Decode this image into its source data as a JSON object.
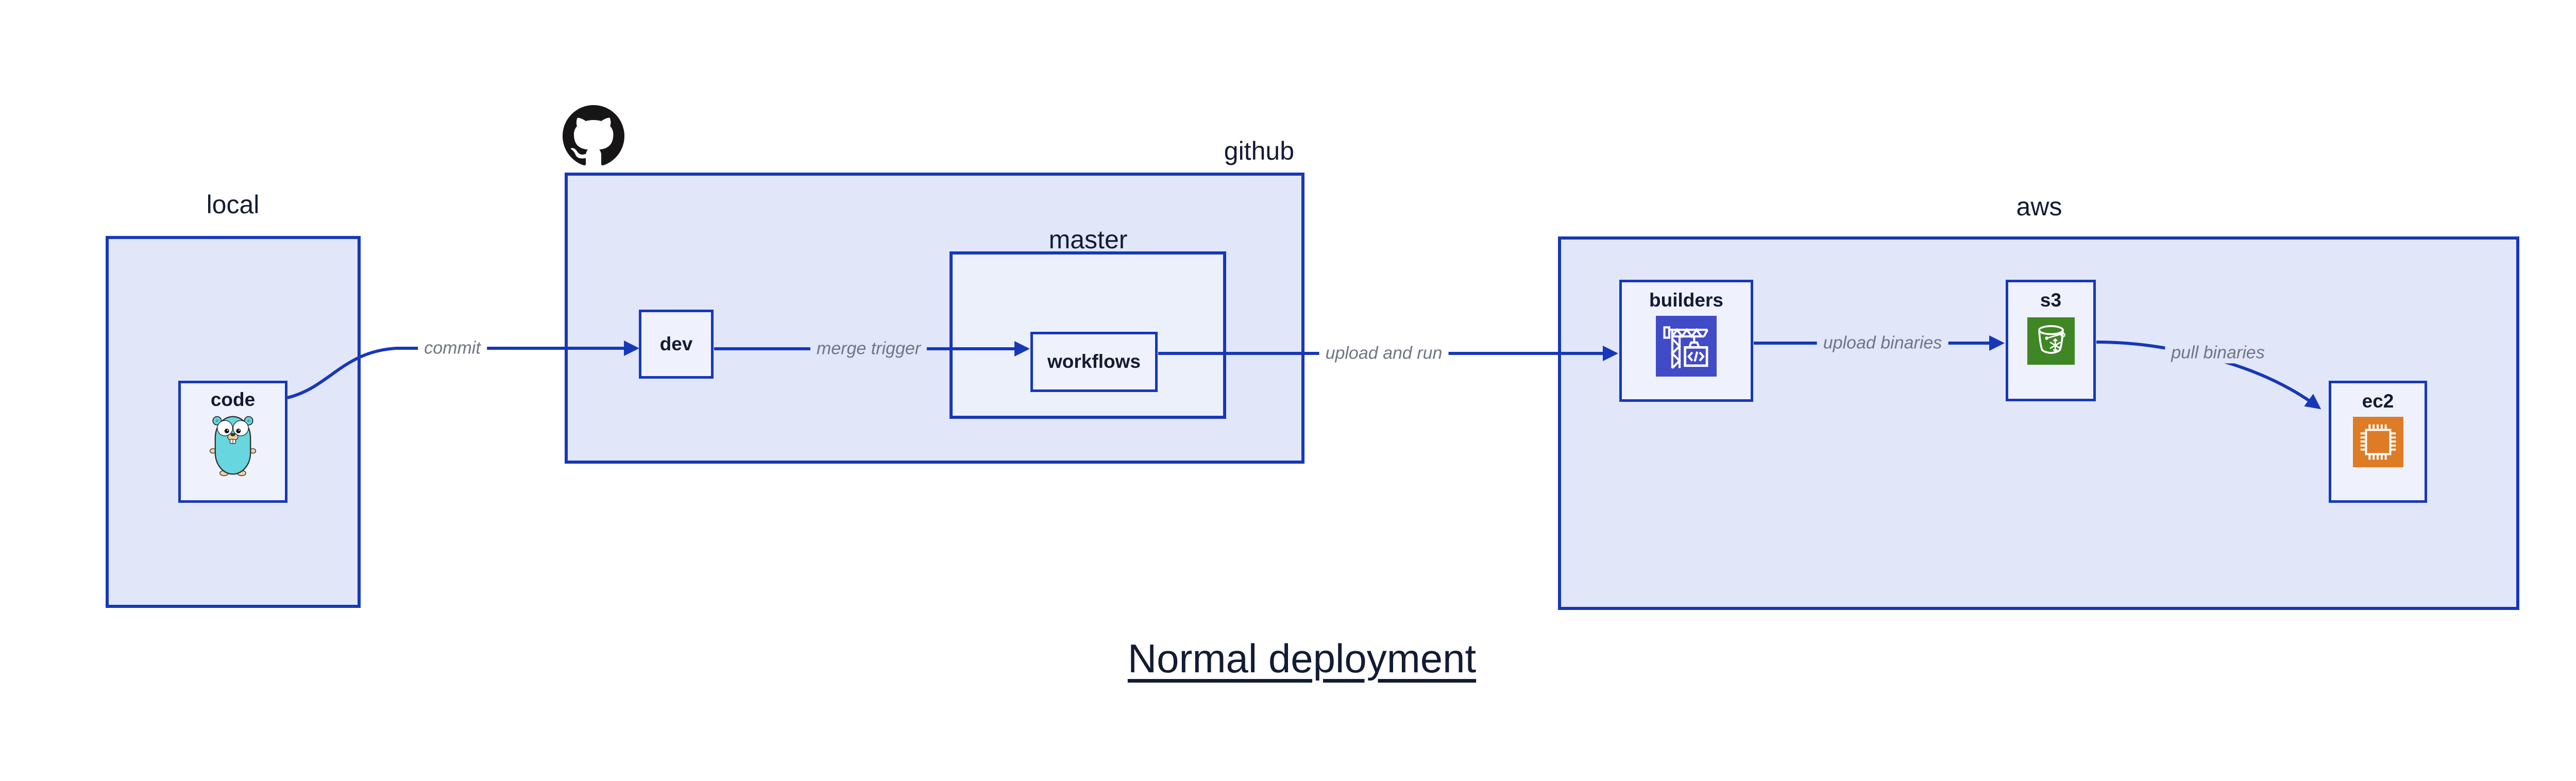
{
  "diagram": {
    "title": "Normal deployment",
    "groups": [
      {
        "id": "local",
        "label": "local"
      },
      {
        "id": "github",
        "label": "github"
      },
      {
        "id": "master",
        "label": "master"
      },
      {
        "id": "aws",
        "label": "aws"
      }
    ],
    "nodes": [
      {
        "id": "code",
        "label": "code",
        "icon": "go-gopher-icon"
      },
      {
        "id": "dev",
        "label": "dev",
        "icon": null
      },
      {
        "id": "workflows",
        "label": "workflows",
        "icon": null
      },
      {
        "id": "builders",
        "label": "builders",
        "icon": "codebuild-crane-icon"
      },
      {
        "id": "s3",
        "label": "s3",
        "icon": "s3-bucket-icon"
      },
      {
        "id": "ec2",
        "label": "ec2",
        "icon": "ec2-chip-icon"
      }
    ],
    "edges": [
      {
        "from": "code",
        "to": "dev",
        "label": "commit"
      },
      {
        "from": "dev",
        "to": "workflows",
        "label": "merge trigger"
      },
      {
        "from": "workflows",
        "to": "builders",
        "label": "upload and run"
      },
      {
        "from": "builders",
        "to": "s3",
        "label": "upload binaries"
      },
      {
        "from": "s3",
        "to": "ec2",
        "label": "pull binaries"
      }
    ],
    "logo": "github-octocat-logo",
    "colors": {
      "line_blue": "#1638b8",
      "group_fill": "#e1e6f9",
      "master_fill": "#ecf0fb",
      "node_fill": "#eff2fd",
      "text_dark": "#131b35",
      "edge_label_gray": "#6f7683",
      "builders_icon_bg": "#414bc8",
      "s3_icon_bg": "#3f8624",
      "ec2_icon_bg": "#de7c26",
      "gopher_teal": "#67d6de",
      "gopher_beige": "#f3cf9f",
      "github_black": "#171515",
      "canvas_bg": "#ffffff"
    }
  }
}
